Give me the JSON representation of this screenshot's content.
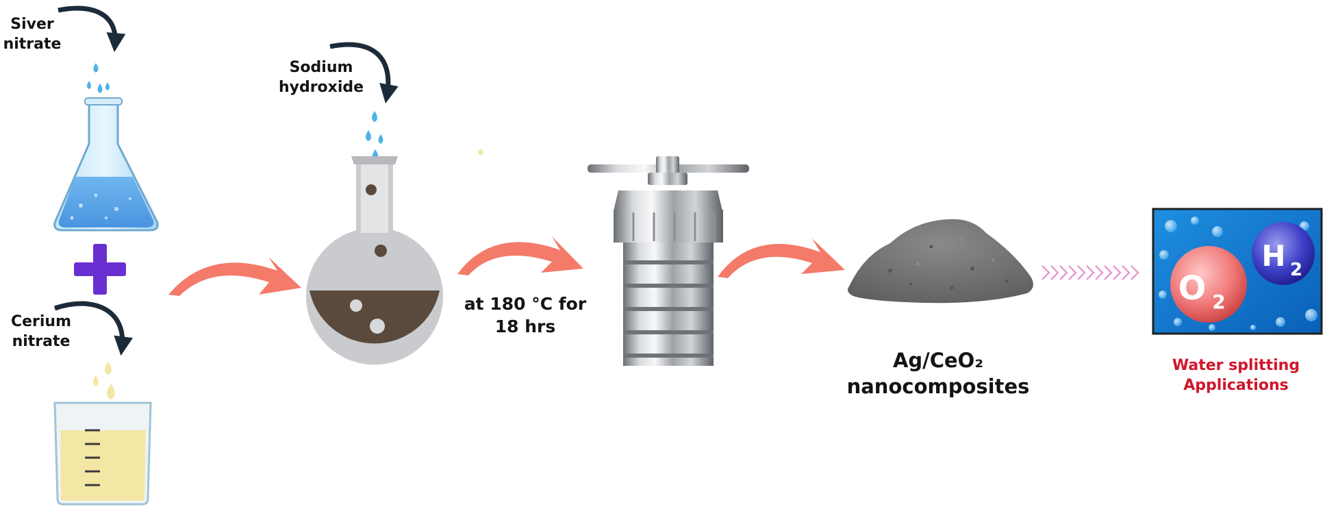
{
  "reagents": {
    "silver_nitrate": [
      "Siver",
      "nitrate"
    ],
    "cerium_nitrate": [
      "Cerium",
      "nitrate"
    ],
    "sodium_hydroxide": [
      "Sodium",
      "hydroxide"
    ],
    "plus_sign": "+"
  },
  "condition": [
    "at 180 °C for",
    "18 hrs"
  ],
  "product": [
    "Ag/CeO₂",
    "nanocomposites"
  ],
  "application": {
    "label": [
      "Water splitting",
      "Applications"
    ],
    "oxygen": {
      "symbol": "O",
      "subscript": "2"
    },
    "hydrogen": {
      "symbol": "H",
      "subscript": "2"
    }
  },
  "colors": {
    "process_arrow": "#f47a6a",
    "plus": "#6a2fd0",
    "curved_arrow": "#1c2b3a",
    "water_drop": "#4db3e8",
    "cerium_liquid": "#f4e7a6",
    "mixture": "#5a4a3d",
    "powder": "#6d6d6d",
    "chevron": "#e79ad3",
    "application_text": "#d0162c"
  }
}
